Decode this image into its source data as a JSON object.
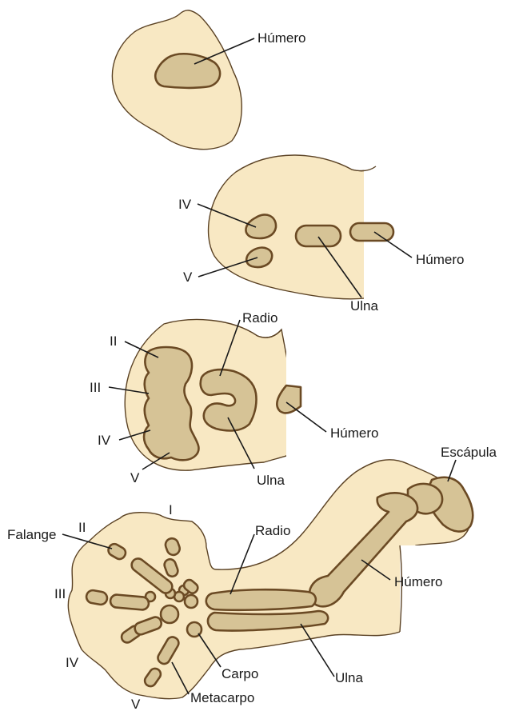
{
  "stage1": {
    "humero": "Húmero"
  },
  "stage2": {
    "iv": "IV",
    "v": "V",
    "humero": "Húmero",
    "ulna": "Ulna"
  },
  "stage3": {
    "radio": "Radio",
    "ii": "II",
    "iii": "III",
    "iv": "IV",
    "v": "V",
    "humero": "Húmero",
    "ulna": "Ulna"
  },
  "stage4": {
    "escapula": "Escápula",
    "i": "I",
    "ii": "II",
    "falange": "Falange",
    "radio": "Radio",
    "iii": "III",
    "humero": "Húmero",
    "iv": "IV",
    "carpo": "Carpo",
    "ulna": "Ulna",
    "metacarpo": "Metacarpo",
    "v": "V"
  },
  "colors": {
    "mesenchyme": "#f8e8c3",
    "cartilage": "#d6c396",
    "outline": "#6b4a24"
  }
}
